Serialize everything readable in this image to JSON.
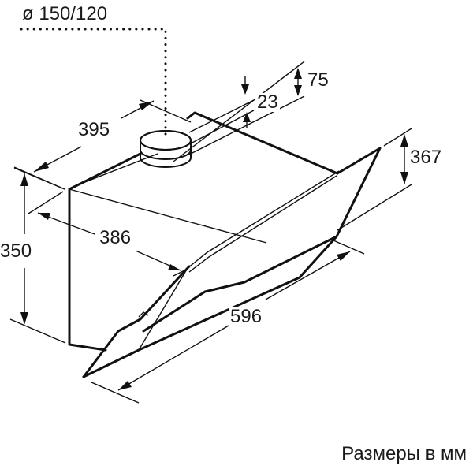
{
  "diagram": {
    "type": "technical-dimension-drawing",
    "subject": "angled wall-mounted cooker hood",
    "duct_diameter_label": "ø 150/120",
    "dimensions": {
      "width": "596",
      "depth_top": "395",
      "depth_body": "386",
      "height_body": "350",
      "height_glass": "367",
      "outlet_height": "75",
      "outlet_offset": "23"
    },
    "caption": "Размеры в мм",
    "colors": {
      "line": "#111111",
      "background": "#ffffff"
    }
  }
}
